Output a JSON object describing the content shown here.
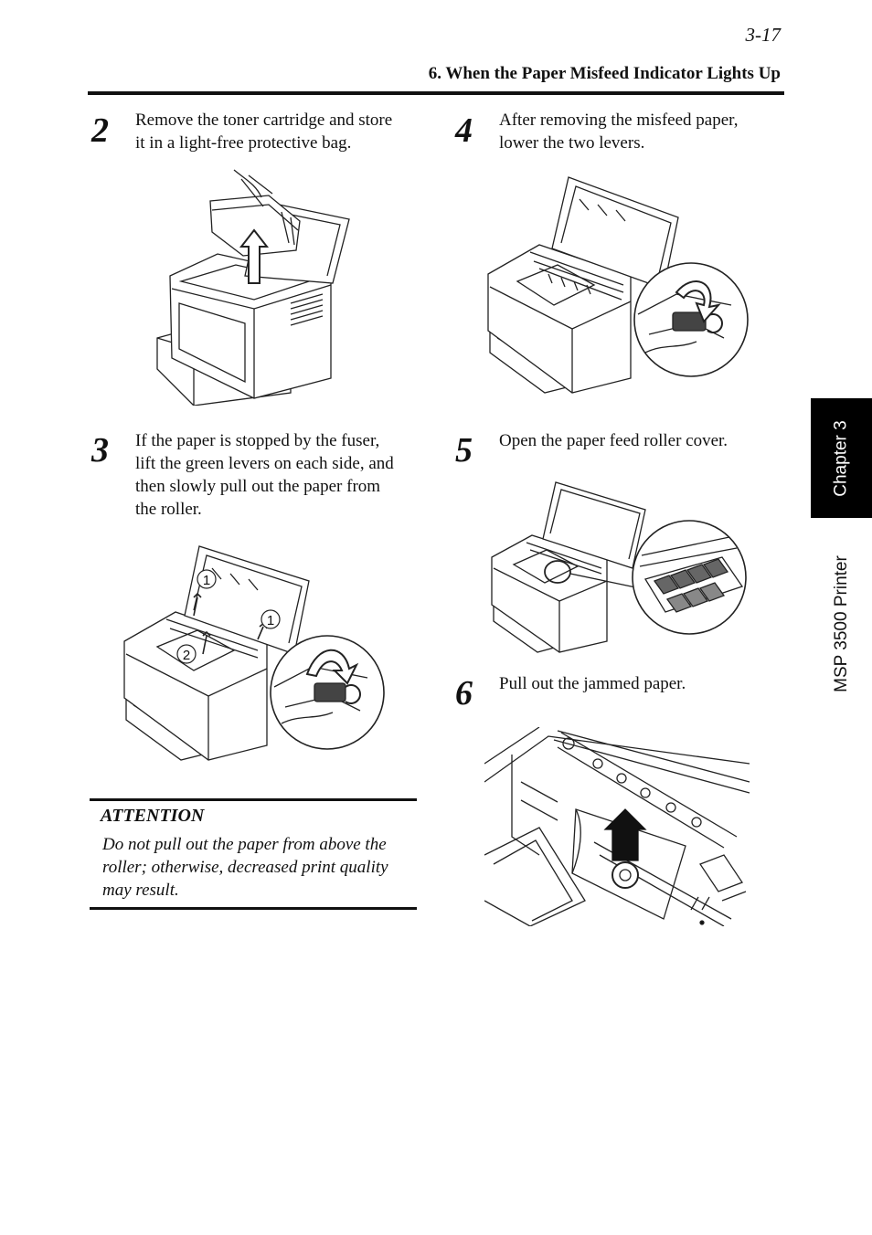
{
  "header": {
    "page_number": "3-17",
    "section_title": "6. When the Paper Misfeed Indicator Lights Up"
  },
  "steps": [
    {
      "number": "2",
      "text_lines": [
        "Remove the toner cartridge and store",
        "it in a light-free protective bag."
      ]
    },
    {
      "number": "3",
      "text_lines": [
        "If the paper is stopped by the fuser,",
        "lift the green levers on each side, and",
        "then slowly pull out the paper from",
        "the roller."
      ]
    },
    {
      "number": "4",
      "text_lines": [
        "After removing the misfeed paper,",
        "lower the two levers."
      ]
    },
    {
      "number": "5",
      "text_lines": [
        "Open the paper feed roller cover."
      ]
    },
    {
      "number": "6",
      "text_lines": [
        "Pull out the jammed paper."
      ]
    }
  ],
  "callouts": {
    "one": "1",
    "two": "2"
  },
  "attention": {
    "title": "ATTENTION",
    "lines": [
      "Do not pull out the paper from above the",
      "roller; otherwise, decreased print quality",
      "may result."
    ]
  },
  "side_tab": {
    "chapter": "Chapter 3",
    "product": "MSP 3500 Printer"
  }
}
